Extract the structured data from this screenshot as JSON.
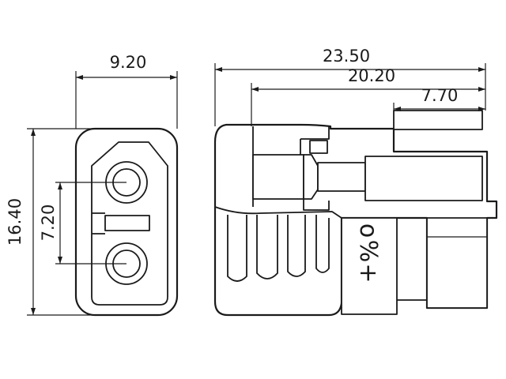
{
  "dimensions": {
    "front_width": "9.20",
    "front_height": "16.40",
    "pin_spacing": "7.20",
    "side_total_length": "23.50",
    "side_body_length": "20.20",
    "side_pin_length": "7.70"
  },
  "markings": {
    "polarity_plus": "+",
    "polarity_symbol": "%",
    "polarity_o": "o"
  },
  "colors": {
    "line": "#1a1a1a",
    "background": "#ffffff"
  }
}
